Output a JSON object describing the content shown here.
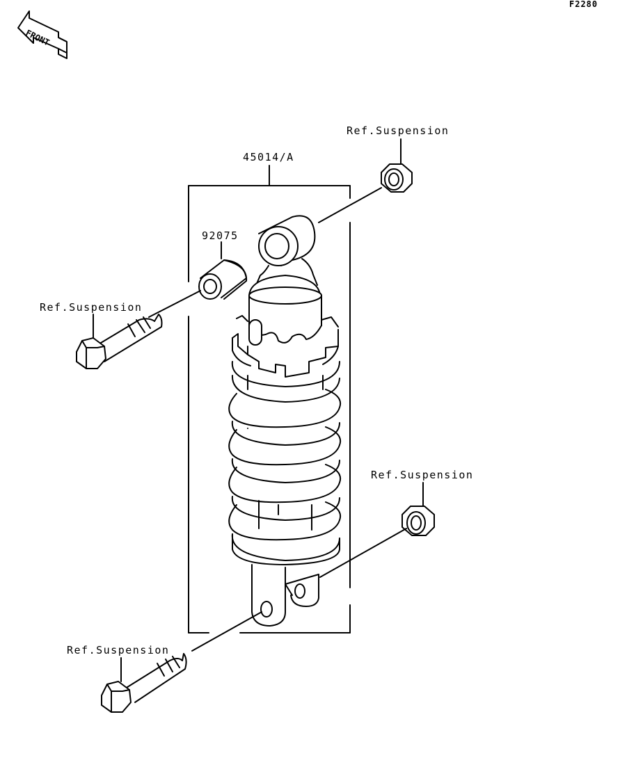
{
  "diagram": {
    "code": "F2280",
    "front_label": "FRONT",
    "callouts": {
      "shock_absorber": "45014/A",
      "collar": "92075",
      "top_nut": "Ref.Suspension",
      "upper_bolt": "Ref.Suspension",
      "lower_nut": "Ref.Suspension",
      "lower_bolt": "Ref.Suspension"
    }
  }
}
